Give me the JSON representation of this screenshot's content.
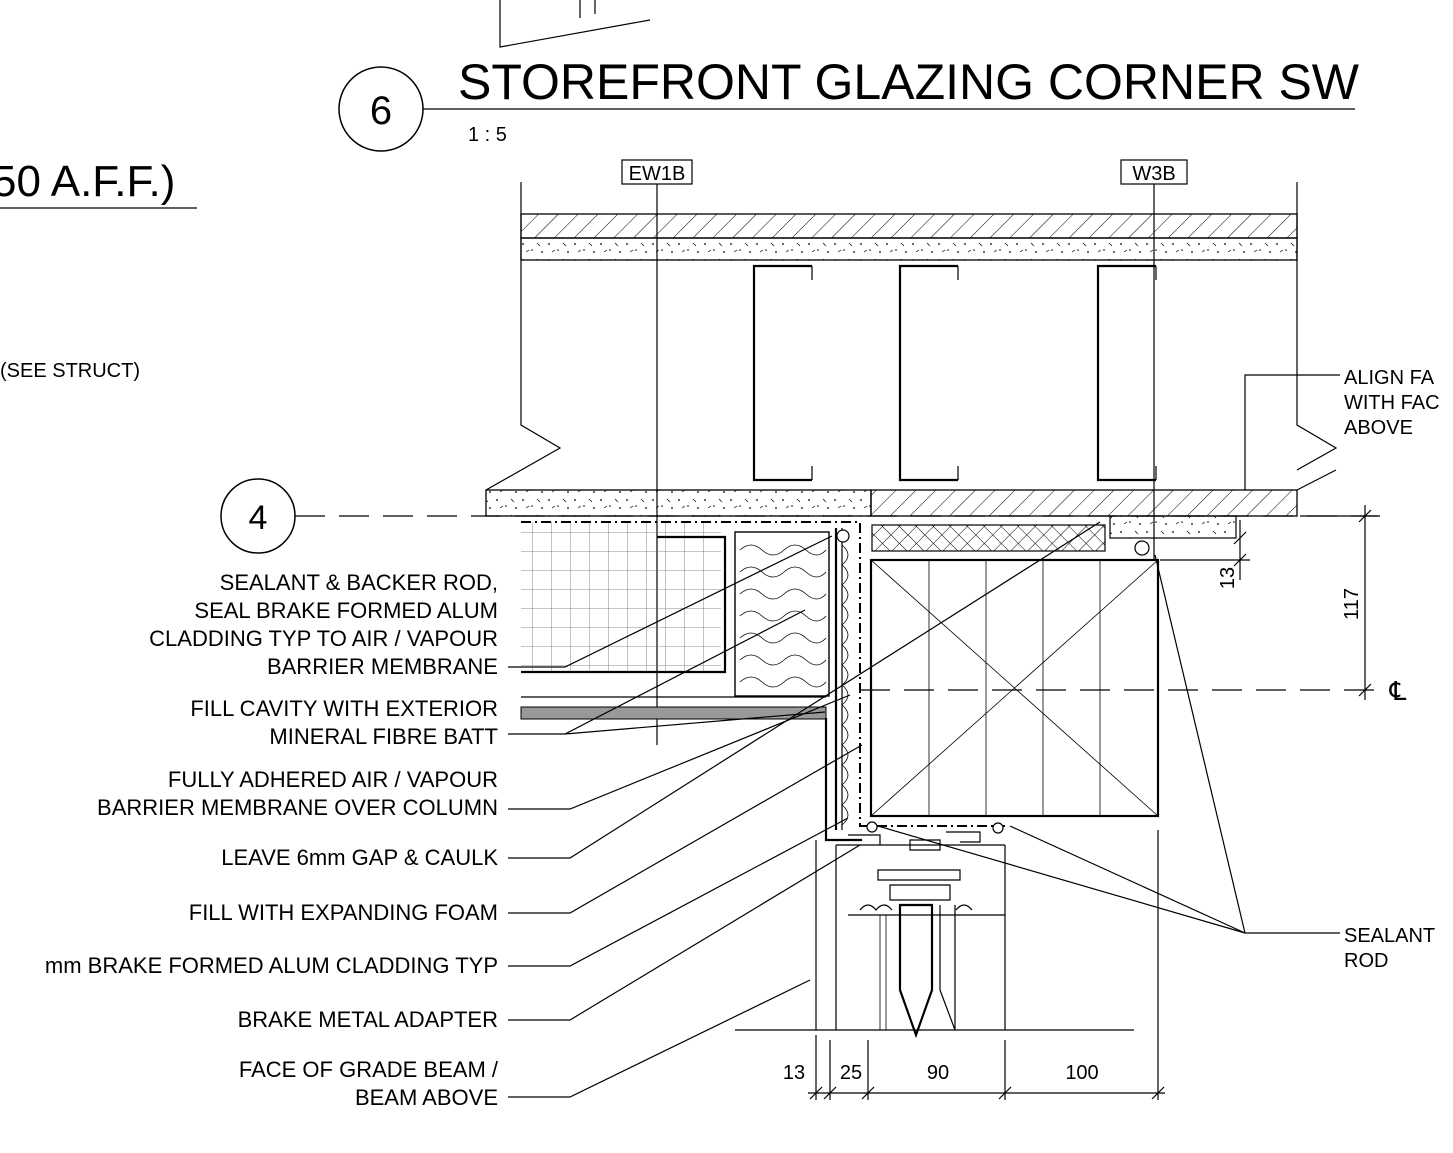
{
  "title": {
    "number": "6",
    "name": "STOREFRONT GLAZING CORNER SW",
    "scale": "1 : 5"
  },
  "left_title_fragment": "50 A.F.F.)",
  "see_struct": "(SEE STRUCT)",
  "grid_bubble": "4",
  "tags": {
    "ew1b": "EW1B",
    "w3b": "W3B"
  },
  "left_notes": {
    "sealant_backer": [
      "SEALANT & BACKER ROD,",
      "SEAL BRAKE FORMED ALUM",
      "CLADDING TYP TO AIR / VAPOUR",
      "BARRIER MEMBRANE"
    ],
    "fill_cavity": [
      "FILL CAVITY WITH EXTERIOR",
      "MINERAL FIBRE BATT"
    ],
    "fully_adhered": [
      "FULLY ADHERED AIR / VAPOUR",
      "BARRIER MEMBRANE OVER COLUMN"
    ],
    "leave_gap": [
      "LEAVE 6mm GAP & CAULK"
    ],
    "expanding_foam": [
      "FILL WITH EXPANDING FOAM"
    ],
    "brake_cladding": [
      "mm BRAKE FORMED ALUM CLADDING TYP"
    ],
    "brake_adapter": [
      "BRAKE METAL ADAPTER"
    ],
    "face_grade_beam": [
      "FACE OF GRADE BEAM /",
      "BEAM ABOVE"
    ]
  },
  "right_notes": {
    "align_face": [
      "ALIGN FA",
      "WITH FAC",
      "ABOVE"
    ],
    "sealant_rod": [
      "SEALANT",
      "ROD"
    ]
  },
  "dimensions": {
    "bottom": [
      "13",
      "25",
      "90",
      "100"
    ],
    "side_13": "13",
    "side_117": "117",
    "centerline": "℄"
  }
}
